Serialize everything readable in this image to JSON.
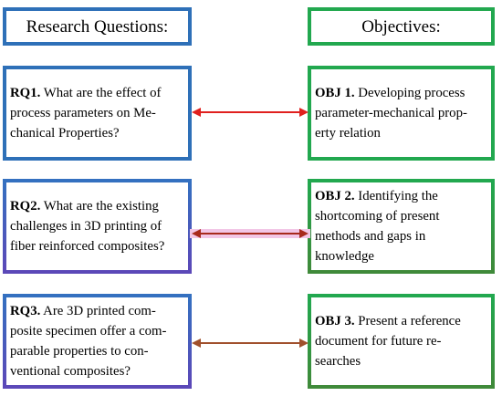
{
  "headers": {
    "research_questions": "Research Questions:",
    "objectives": "Objectives:"
  },
  "rows": [
    {
      "rq_label": "RQ1.",
      "rq_lines": [
        " What are the effect of",
        "process parameters on Me-",
        "chanical Properties?"
      ],
      "obj_label": "OBJ 1.",
      "obj_lines": [
        " Developing process",
        "parameter-mechanical prop-",
        "erty relation"
      ],
      "arrow_color": "#e0201e"
    },
    {
      "rq_label": "RQ2.",
      "rq_lines": [
        " What are the existing",
        "challenges in 3D printing of",
        "fiber reinforced composites?"
      ],
      "obj_label": "OBJ 2.",
      "obj_lines": [
        " Identifying the",
        "shortcoming of present",
        "methods and gaps in",
        "knowledge"
      ],
      "arrow_color": "#a82a1c"
    },
    {
      "rq_label": "RQ3.",
      "rq_lines": [
        " Are 3D printed com-",
        "posite specimen offer a com-",
        "parable properties to con-",
        "ventional composites?"
      ],
      "obj_label": "OBJ 3.",
      "obj_lines": [
        " Present a reference",
        "document for future re-",
        "searches"
      ],
      "arrow_color": "#a0502c"
    }
  ],
  "colors": {
    "rq_border": "#2e70b8",
    "obj_border": "#22a84f",
    "highlight": "#f2c6e6"
  }
}
